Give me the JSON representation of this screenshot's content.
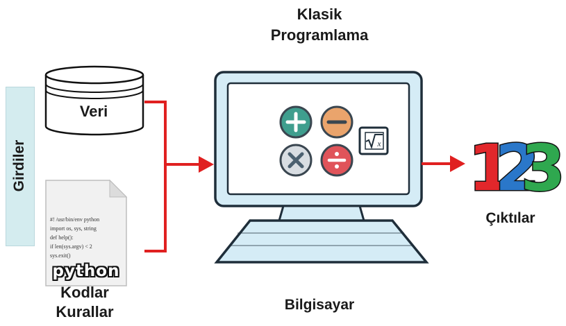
{
  "title": {
    "line1": "Klasik",
    "line2": "Programlama"
  },
  "inputs": {
    "group_label": "Girdiler",
    "data_label": "Veri",
    "code_label_line1": "Kodlar",
    "code_label_line2": "Kurallar",
    "code_lines": [
      "#! /usr/bin/env python",
      "import os, sys, string",
      "def help():",
      "if len(sys.argv) < 2",
      "sys.exit()"
    ],
    "code_logo_text": "python"
  },
  "computer_label": "Bilgisayar",
  "outputs": {
    "label": "Çıktılar",
    "digits": [
      "1",
      "2",
      "3"
    ]
  },
  "screen_icons": [
    "plus-icon",
    "minus-icon",
    "times-icon",
    "divide-icon",
    "square-root-icon"
  ],
  "colors": {
    "arrow": "#e02020",
    "monitor_fill": "#d5ecf6",
    "monitor_stroke": "#1f2e3a",
    "monitor_frame": "#7ec4e6",
    "plus": "#3f9e8e",
    "minus": "#eaa46c",
    "times": "#4b6070",
    "divide": "#e0545a",
    "digit1": "#e2272b",
    "digit2": "#2a77c9",
    "digit3": "#2fa84f"
  }
}
